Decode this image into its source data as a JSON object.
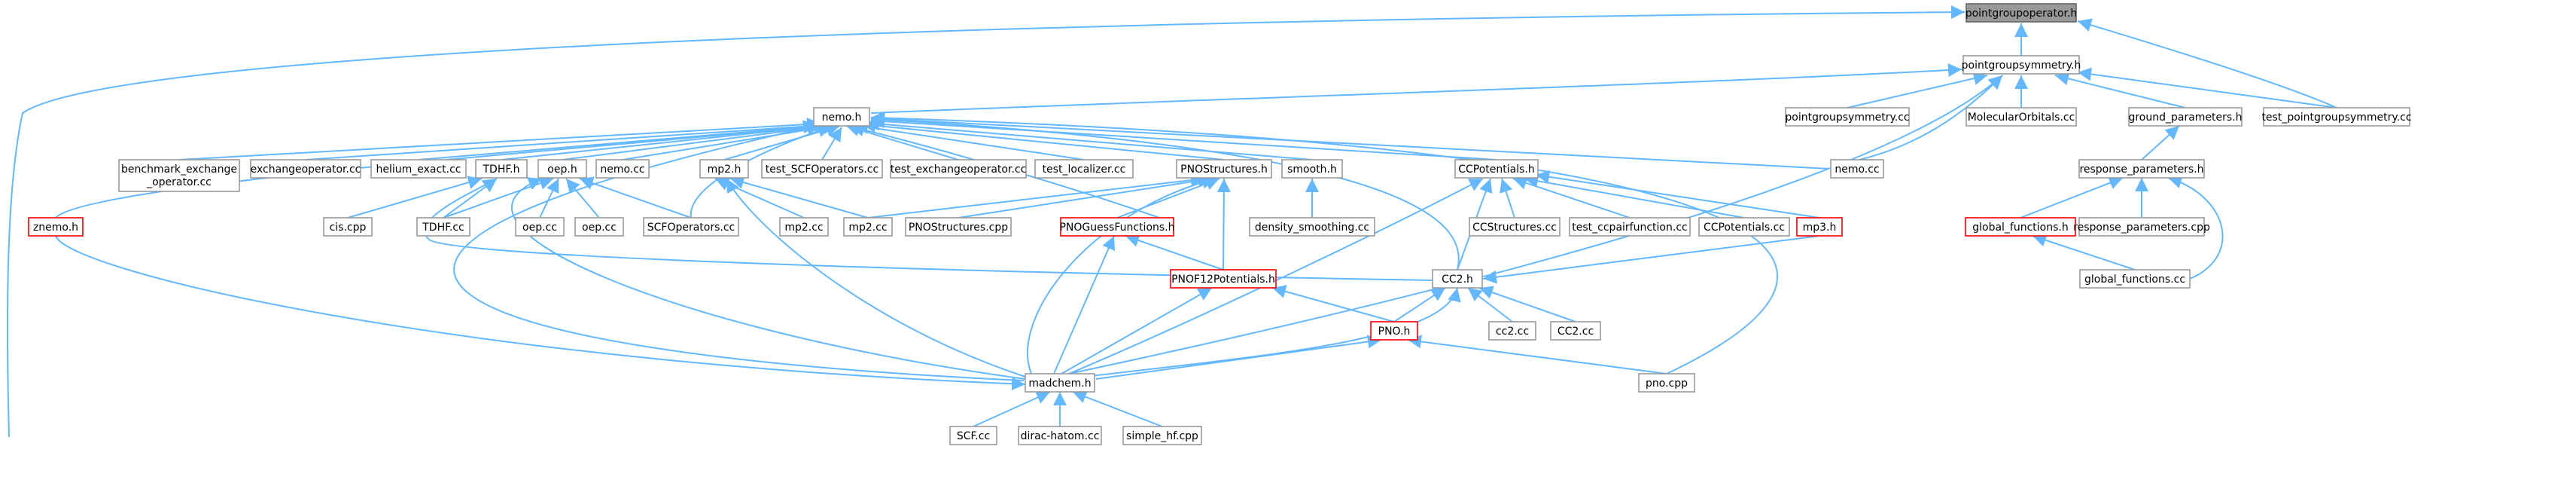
{
  "nodes": {
    "pointgroupoperator_h": "pointgroupoperator.h",
    "pointgroupsymmetry_h": "pointgroupsymmetry.h",
    "nemo_h": "nemo.h",
    "pointgroupsymmetry_cc": "pointgroupsymmetry.cc",
    "molecularorbitals_cc": "MolecularOrbitals.cc",
    "ground_parameters_h": "ground_parameters.h",
    "test_pointgroupsymmetry_cc": "test_pointgroupsymmetry.cc",
    "benchmark_line1": "benchmark_exchange",
    "benchmark_line2": "_operator.cc",
    "exchangeoperator_cc": "exchangeoperator.cc",
    "helium_exact_cc": "helium_exact.cc",
    "tdhf_h": "TDHF.h",
    "oep_h": "oep.h",
    "nemo_cc_small": "nemo.cc",
    "mp2_h": "mp2.h",
    "test_scfoperators_cc": "test_SCFOperators.cc",
    "test_exchangeoperator_cc": "test_exchangeoperator.cc",
    "test_localizer_cc": "test_localizer.cc",
    "pnostructures_h": "PNOStructures.h",
    "smooth_h": "smooth.h",
    "ccpotentials_h": "CCPotentials.h",
    "nemo_cc_right": "nemo.cc",
    "response_parameters_h": "response_parameters.h",
    "znemo_h": "znemo.h",
    "cis_cpp": "cis.cpp",
    "tdhf_cc": "TDHF.cc",
    "oep_cc_1": "oep.cc",
    "oep_cc_2": "oep.cc",
    "scfoperators_cc": "SCFOperators.cc",
    "mp2_cc_1": "mp2.cc",
    "mp2_cc_2": "mp2.cc",
    "pnostructures_cpp": "PNOStructures.cpp",
    "pnoguessfunctions_h": "PNOGuessFunctions.h",
    "density_smoothing_cc": "density_smoothing.cc",
    "ccstructures_cc": "CCStructures.cc",
    "test_ccpairfunction_cc": "test_ccpairfunction.cc",
    "ccpotentials_cc": "CCPotentials.cc",
    "mp3_h": "mp3.h",
    "global_functions_h": "global_functions.h",
    "response_parameters_cpp": "response_parameters.cpp",
    "cc2_h": "CC2.h",
    "pnof12potentials_h": "PNOF12Potentials.h",
    "global_functions_cc": "global_functions.cc",
    "pno_h": "PNO.h",
    "cc2_cc_lower": "cc2.cc",
    "cc2_cc_upper": "CC2.cc",
    "madchem_h": "madchem.h",
    "pno_cpp": "pno.cpp",
    "scf_cc": "SCF.cc",
    "dirac_hatom_cc": "dirac-hatom.cc",
    "simple_hf_cpp": "simple_hf.cpp"
  },
  "colors": {
    "edge": "#63b8ff",
    "node_border": "#999999",
    "highlight_border": "#ff0000",
    "root_fill": "#999999"
  }
}
